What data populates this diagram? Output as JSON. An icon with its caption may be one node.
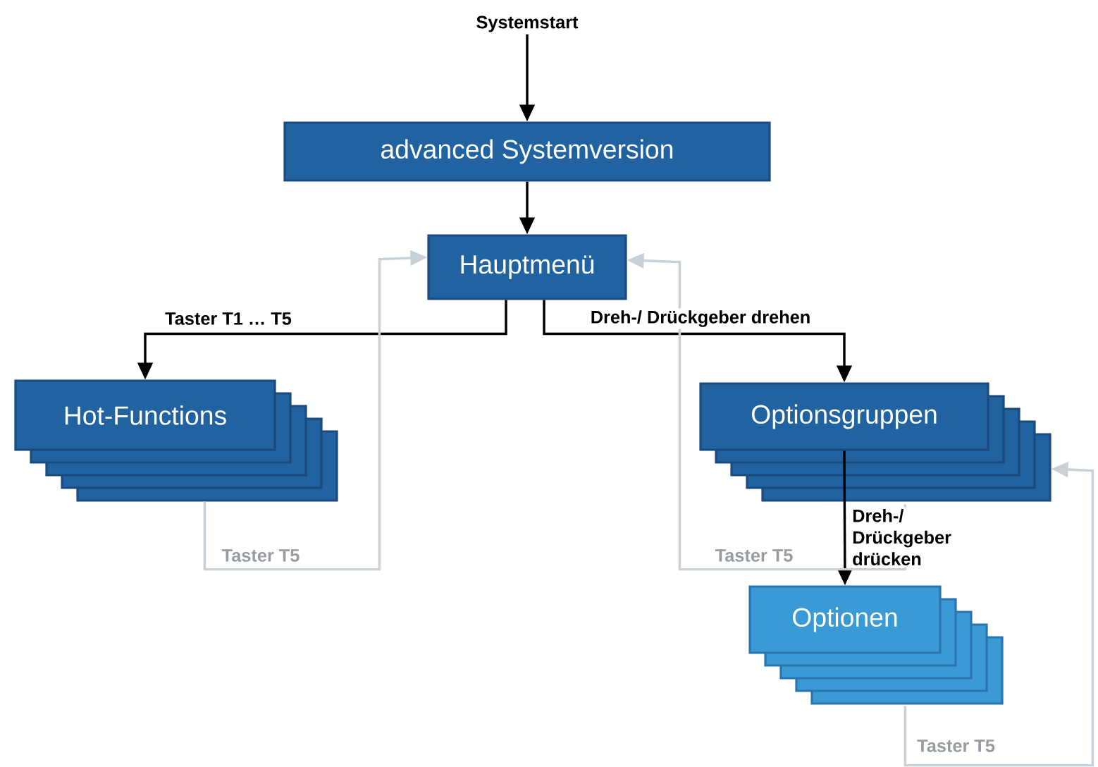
{
  "diagram": {
    "nodes": [
      {
        "text": [
          "Systemstart"
        ]
      },
      {
        "text": [
          "advanced Systemversion"
        ]
      },
      {
        "text": [
          "Hauptmenü"
        ]
      },
      {
        "text": [
          "Hot-Functions"
        ]
      },
      {
        "text": [
          "Optionsgruppen"
        ]
      },
      {
        "text": [
          "Optionen"
        ]
      }
    ],
    "edges": [
      {
        "from": 0,
        "to": 1,
        "arrow": "to"
      },
      {
        "from": 1,
        "to": 2,
        "arrow": "to"
      },
      {
        "from": 2,
        "to": 3,
        "arrow": "to",
        "label": "Taster T1 … T5"
      },
      {
        "from": 2,
        "to": 4,
        "arrow": "to",
        "label": "Dreh-/ Drückgeber drehen"
      },
      {
        "from": 4,
        "to": 5,
        "arrow": "to",
        "label": "Dreh-/ Drückgeber drücken"
      },
      {
        "from": 3,
        "to": 2,
        "arrow": "to",
        "label": "Taster T5",
        "color": "#c8d0d8"
      },
      {
        "from": 4,
        "to": 2,
        "arrow": "to",
        "label": "Taster T5",
        "color": "#c8d0d8"
      },
      {
        "from": 5,
        "to": 4,
        "arrow": "to",
        "label": "Taster T5",
        "color": "#c8d0d8"
      }
    ]
  }
}
